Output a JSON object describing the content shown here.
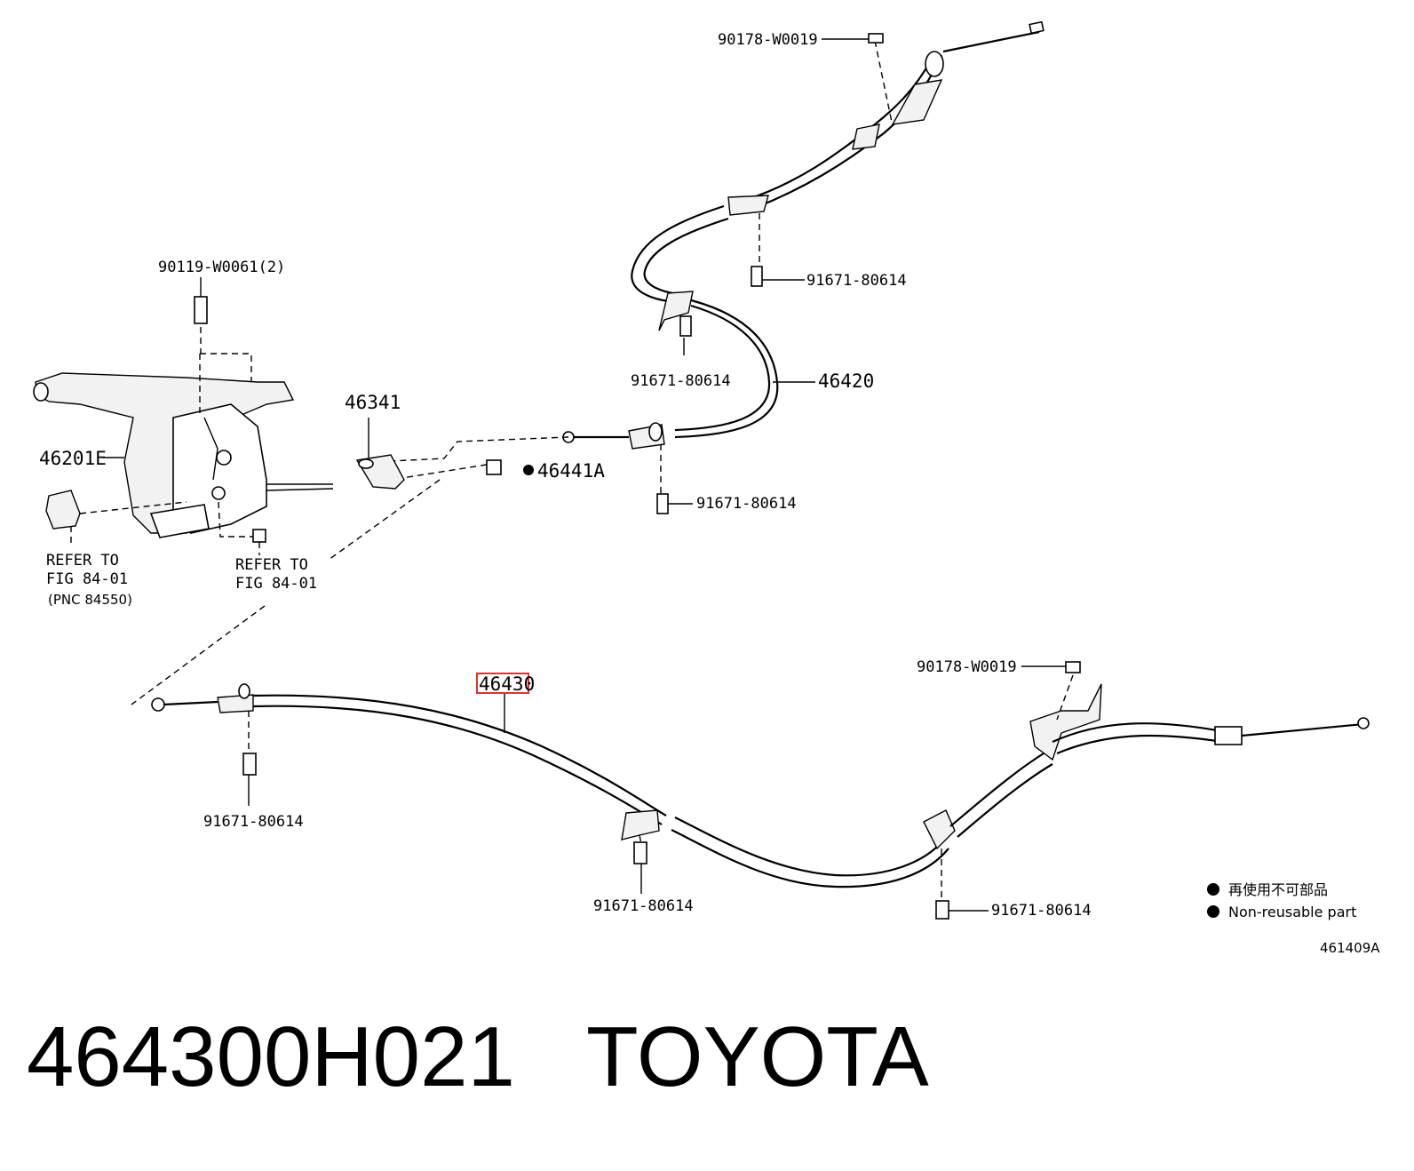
{
  "diagram": {
    "callouts": {
      "bolt_90178_top": "90178-W0019",
      "bolt_90119": "90119-W0061(2)",
      "bolt_91671_a": "91671-80614",
      "bolt_91671_b": "91671-80614",
      "cable_46420": "46420",
      "bracket_46341": "46341",
      "lever_46201E": "46201E",
      "nut_46441A": "46441A",
      "bolt_91671_c": "91671-80614",
      "refer_left_line1": "REFER TO",
      "refer_left_line2": "FIG 84-01",
      "refer_left_line3": "(PNC 84550)",
      "refer_mid_line1": "REFER TO",
      "refer_mid_line2": "FIG 84-01",
      "cable_46430": "46430",
      "bolt_90178_bottom": "90178-W0019",
      "bolt_91671_d": "91671-80614",
      "bolt_91671_e": "91671-80614",
      "bolt_91671_f": "91671-80614"
    },
    "highlighted_part": "46430",
    "highlight_color": "#e03030",
    "legend": {
      "jp_label": "再使用不可部品",
      "en_label": "Non-reusable part"
    },
    "figure_id": "461409A"
  },
  "caption": {
    "part_number": "464300H021",
    "brand": "TOYOTA"
  }
}
